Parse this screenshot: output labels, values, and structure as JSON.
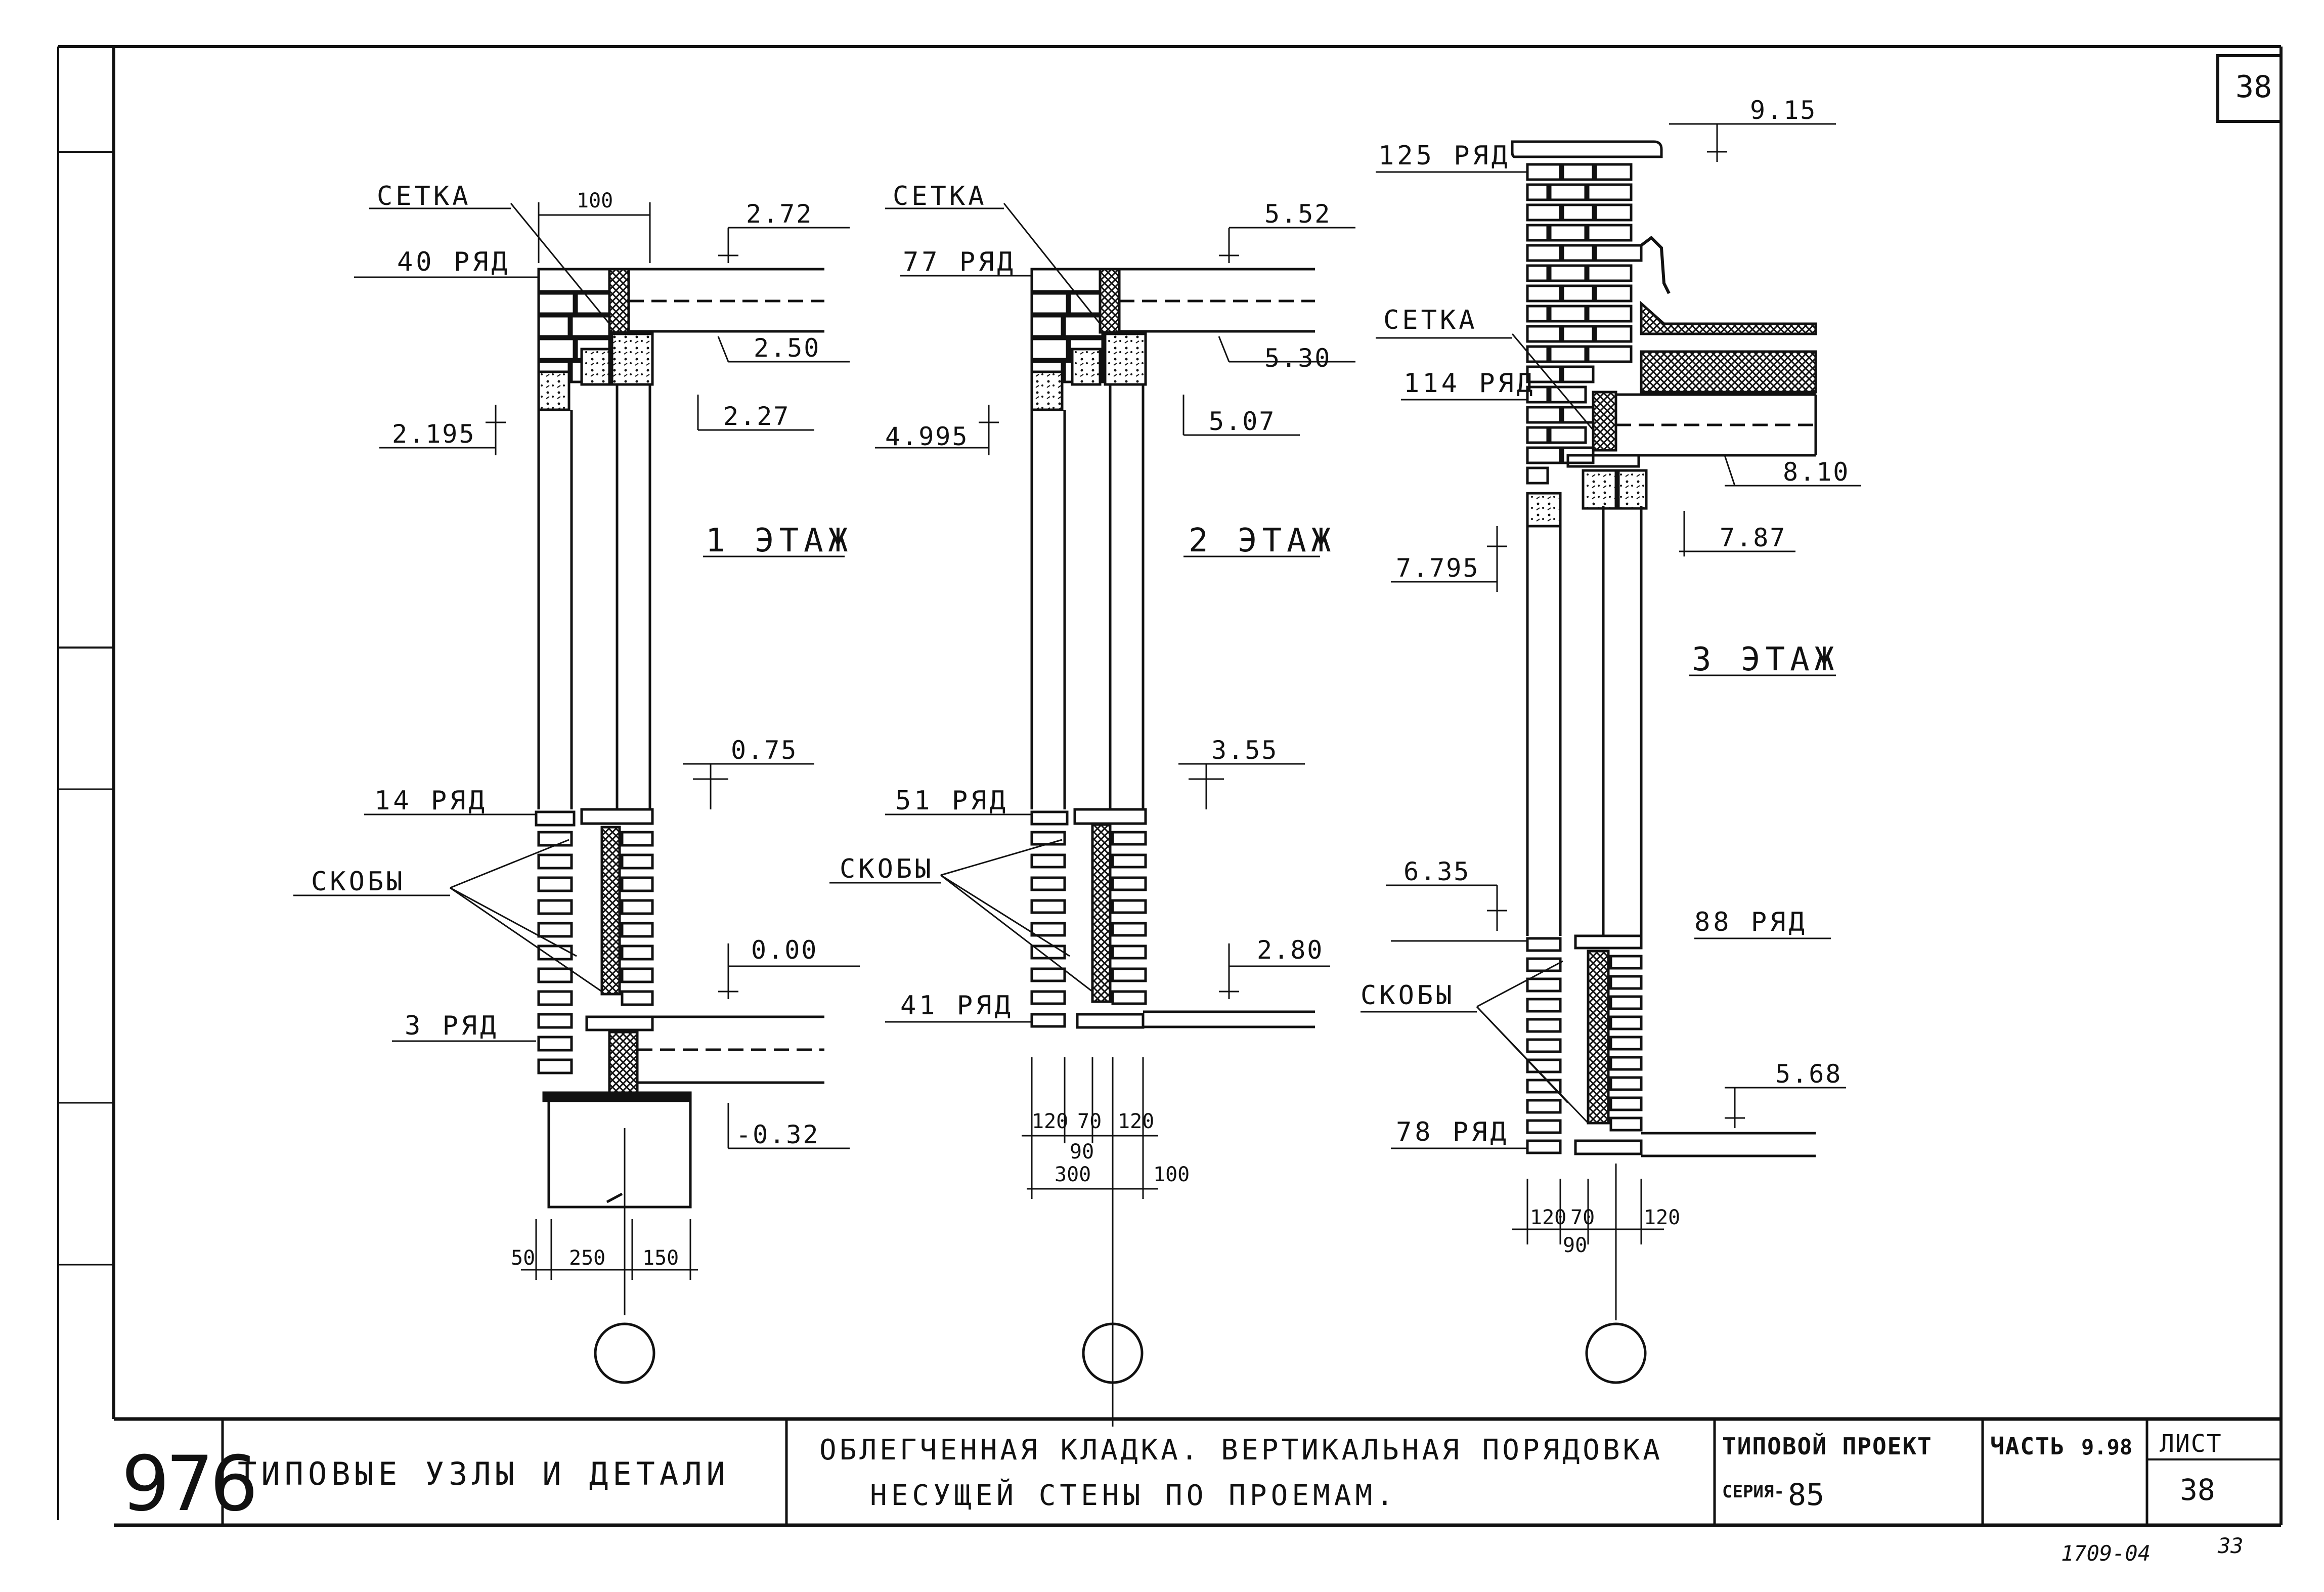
{
  "sheet": {
    "page_number_corner": "38",
    "bottom_code": "1709-04",
    "bottom_page": "33"
  },
  "column1": {
    "floor_label": "1 ЭТАЖ",
    "setka": "СЕТКА",
    "row_top": "40 РЯД",
    "row_mid": "14 РЯД",
    "row_bottom": "3 РЯД",
    "skoby": "СКОБЫ",
    "dim_top": "100",
    "marks": [
      "2.72",
      "2.50",
      "2.27",
      "2.195",
      "0.75",
      "0.00",
      "-0.32"
    ],
    "dims_bottom": [
      "50",
      "250",
      "150"
    ]
  },
  "column2": {
    "floor_label": "2 ЭТАЖ",
    "setka": "СЕТКА",
    "row_top": "77 РЯД",
    "row_mid": "51 РЯД",
    "row_bottom": "41 РЯД",
    "skoby": "СКОБЫ",
    "marks": [
      "5.52",
      "5.30",
      "5.07",
      "4.995",
      "3.55",
      "2.80"
    ],
    "dims_bottom": [
      "120",
      "70",
      "120",
      "90",
      "300",
      "100"
    ]
  },
  "column3": {
    "floor_label": "3 ЭТАЖ",
    "setka": "СЕТКА",
    "row_top": "125 РЯД",
    "row_114": "114 РЯД",
    "row_mid": "88 РЯД",
    "row_bottom": "78 РЯД",
    "skoby": "СКОБЫ",
    "marks": [
      "9.15",
      "8.10",
      "7.87",
      "7.795",
      "6.35",
      "5.68"
    ],
    "dims_bottom": [
      "120",
      "70",
      "120",
      "90"
    ]
  },
  "title_block": {
    "album_number": "976",
    "album_title": "ТИПОВЫЕ УЗЛЫ И ДЕТАЛИ",
    "sheet_title_line1": "ОБЛЕГЧЕННАЯ КЛАДКА. ВЕРТИКАЛЬНАЯ ПОРЯДОВКА",
    "sheet_title_line2": "НЕСУЩЕЙ СТЕНЫ ПО ПРОЕМАМ.",
    "project_label": "ТИПОВОЙ ПРОЕКТ",
    "series_label": "СЕРИЯ-",
    "series_value": "85",
    "part_label": "ЧАСТЬ",
    "part_value": "9.98",
    "sheet_label": "ЛИСТ",
    "sheet_value": "38"
  }
}
